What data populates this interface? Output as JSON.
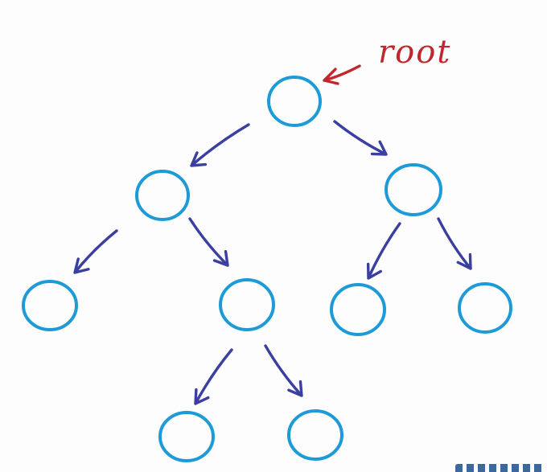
{
  "diagram": {
    "root_label": "root",
    "colors": {
      "node": "#1e9bd7",
      "edge": "#3a3fa0",
      "root_annotation": "#c0282d",
      "background": "#fdfdfd"
    },
    "nodes": [
      {
        "id": "n0",
        "depth": 0,
        "parent": null
      },
      {
        "id": "n1",
        "depth": 1,
        "parent": "n0"
      },
      {
        "id": "n2",
        "depth": 1,
        "parent": "n0"
      },
      {
        "id": "n3",
        "depth": 2,
        "parent": "n1"
      },
      {
        "id": "n4",
        "depth": 2,
        "parent": "n1"
      },
      {
        "id": "n5",
        "depth": 2,
        "parent": "n2"
      },
      {
        "id": "n6",
        "depth": 2,
        "parent": "n2"
      },
      {
        "id": "n7",
        "depth": 3,
        "parent": "n4"
      },
      {
        "id": "n8",
        "depth": 3,
        "parent": "n4"
      }
    ],
    "edges": [
      {
        "from": "n0",
        "to": "n1"
      },
      {
        "from": "n0",
        "to": "n2"
      },
      {
        "from": "n1",
        "to": "n3"
      },
      {
        "from": "n1",
        "to": "n4"
      },
      {
        "from": "n2",
        "to": "n5"
      },
      {
        "from": "n2",
        "to": "n6"
      },
      {
        "from": "n4",
        "to": "n7"
      },
      {
        "from": "n4",
        "to": "n8"
      }
    ]
  }
}
